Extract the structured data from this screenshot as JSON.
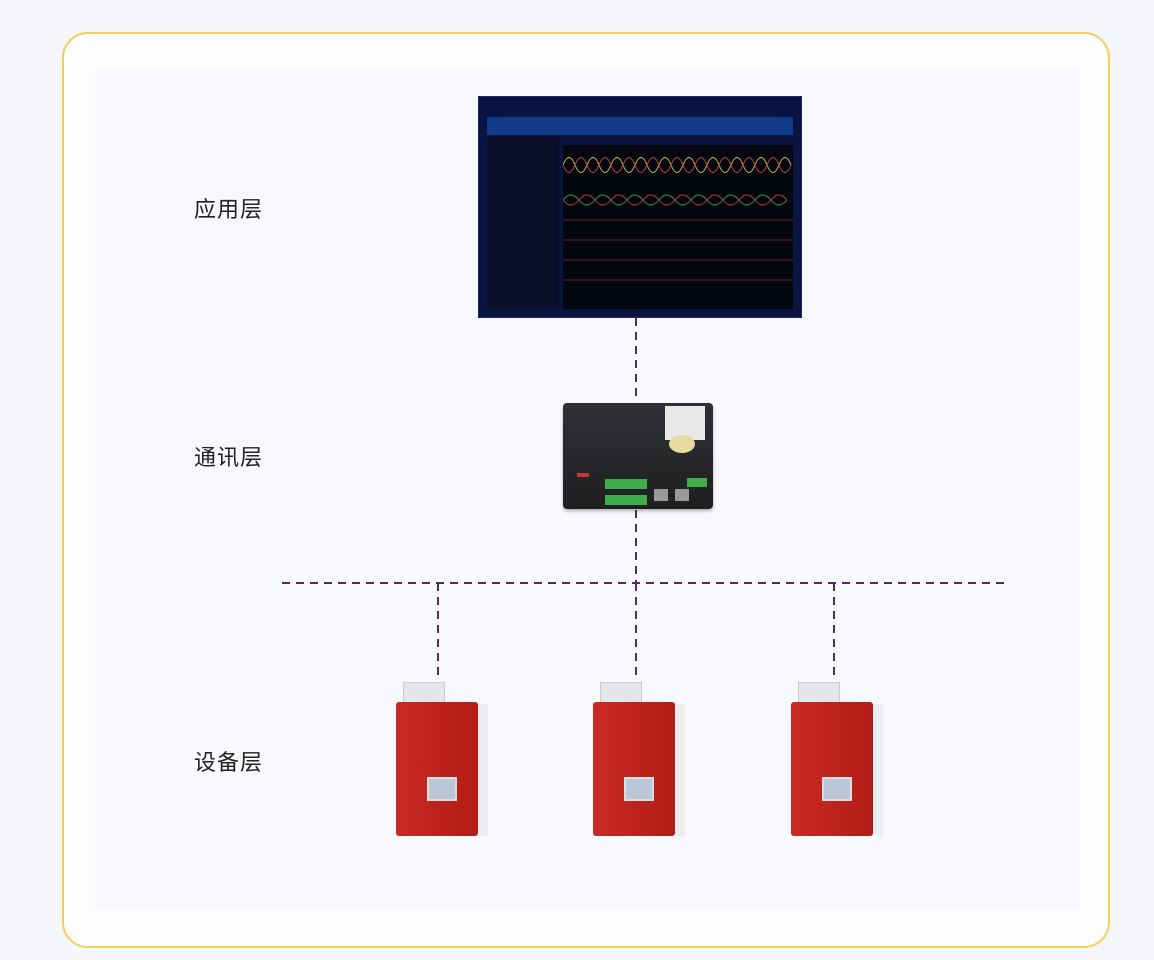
{
  "layers": [
    {
      "label": "应用层"
    },
    {
      "label": "通讯层"
    },
    {
      "label": "设备层"
    }
  ],
  "colors": {
    "frame": "#f3cf5a",
    "connector": "#4b2f5e",
    "device": "#c92a23",
    "screen": "#0b1440"
  }
}
